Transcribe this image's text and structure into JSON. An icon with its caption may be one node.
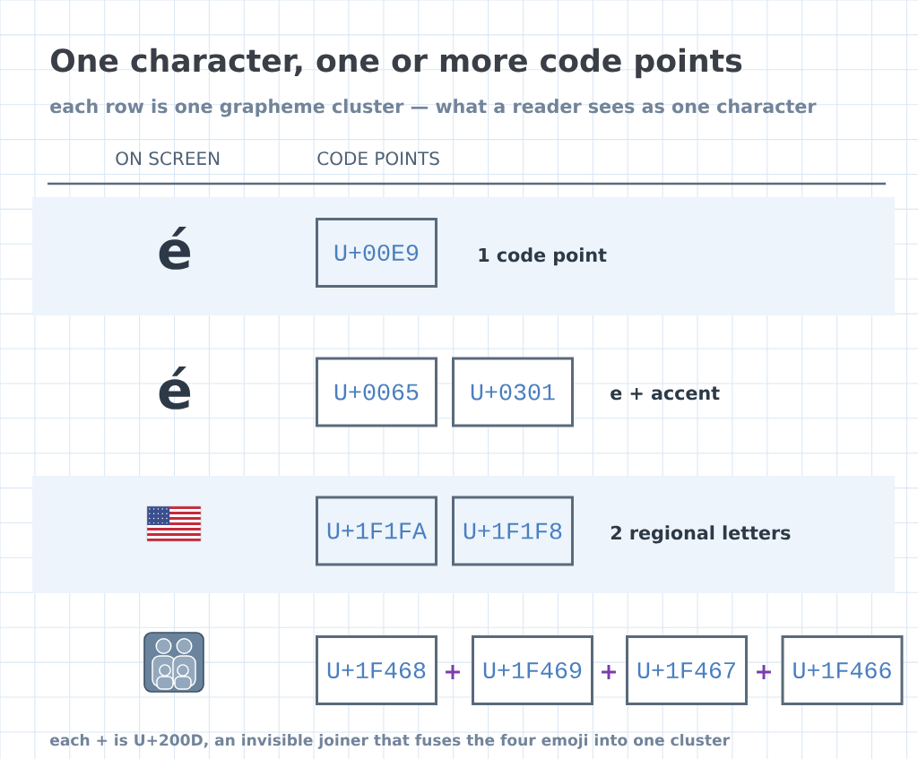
{
  "diagram": {
    "title": "One character, one or more code points",
    "caption": "each + is U+200D, an invisible joiner that fuses the four emoji into one cluster",
    "nodes": [
      {
        "text": [
          "é",
          "1 code point"
        ]
      },
      {
        "text": [
          "U+00E9"
        ],
        "in": 0
      },
      {
        "text": [
          "U+0065"
        ]
      },
      {
        "text": [
          "U+0301"
        ]
      },
      {
        "text": [
          "2 regional letters"
        ]
      },
      {
        "text": [
          "U+1F1FA"
        ],
        "in": 4
      },
      {
        "text": [
          "U+1F1F8"
        ],
        "in": 4
      },
      {
        "text": [
          "U+1F468"
        ]
      },
      {
        "text": [
          "U+1F469"
        ]
      },
      {
        "text": [
          "U+1F467"
        ]
      },
      {
        "text": [
          "U+1F466"
        ]
      }
    ],
    "labels": [
      "each row is one grapheme cluster — what a reader sees as one character",
      "ON SCREEN",
      "CODE POINTS",
      "é",
      "e + accent",
      "+",
      "+",
      "+"
    ]
  }
}
